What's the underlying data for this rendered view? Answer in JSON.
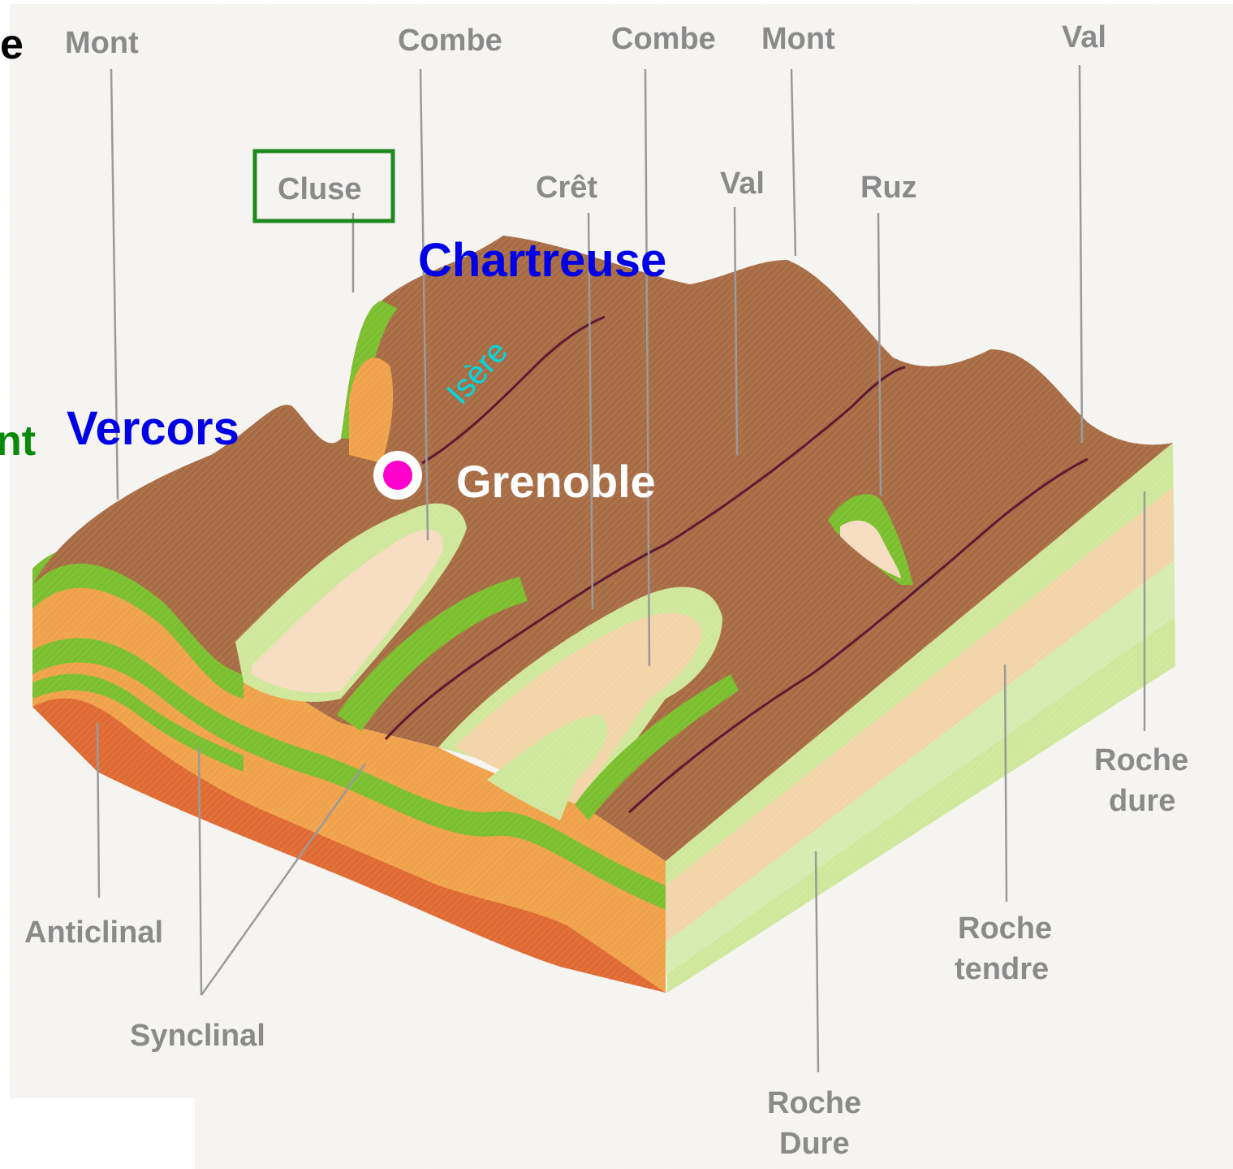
{
  "labels": {
    "mont_1": "Mont",
    "combe_1": "Combe",
    "combe_2": "Combe",
    "mont_2": "Mont",
    "val_1": "Val",
    "cluse": "Cluse",
    "cret": "Crêt",
    "val_2": "Val",
    "ruz": "Ruz",
    "anticlinal": "Anticlinal",
    "synclinal": "Synclinal",
    "roche_dure_right_1": "Roche",
    "roche_dure_right_2": "dure",
    "roche_tendre_1": "Roche",
    "roche_tendre_2": "tendre",
    "roche_dure_bottom_1": "Roche",
    "roche_dure_bottom_2": "Dure"
  },
  "overlays": {
    "chartreuse": "Chartreuse",
    "vercors": "Vercors",
    "grenoble": "Grenoble",
    "isere": "Isère",
    "left_cut_top": "e",
    "left_cut_mid": "nt"
  },
  "colors": {
    "brown": "#a86c44",
    "green": "#7bbf2e",
    "light_green": "#cfe79a",
    "orange": "#f0a24a",
    "pale": "#f2d4a8",
    "red_orange": "#e06a33",
    "cluse_box": "#1e8a1e",
    "city_marker": "#ff00cc",
    "isere_label": "#00d8e0",
    "left_cut_mid": "#0a8a0a"
  }
}
